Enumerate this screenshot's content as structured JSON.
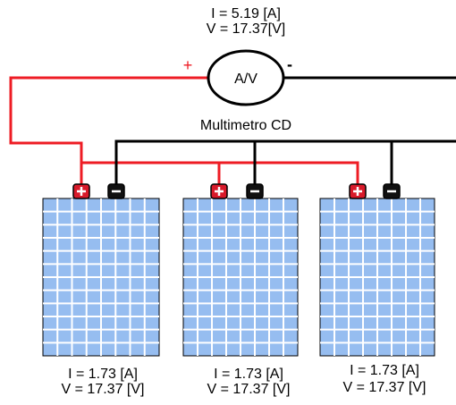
{
  "multimeter": {
    "current": "I = 5.19 [A]",
    "voltage": "V = 17.37[V]",
    "symbol": "A/V",
    "caption": "Multimetro CD",
    "plus_sign": "+",
    "minus_sign": "-"
  },
  "panels": [
    {
      "current": "I = 1.73 [A]",
      "voltage": "V = 17.37 [V]"
    },
    {
      "current": "I = 1.73 [A]",
      "voltage": "V = 17.37 [V]"
    },
    {
      "current": "I = 1.73 [A]",
      "voltage": "V = 17.37 [V]"
    }
  ],
  "colors": {
    "positive_wire": "#ee1c24",
    "negative_wire": "#000000",
    "panel_cell": "#96bdf0",
    "panel_grid": "#ffffff",
    "terminal_positive": "#d81a2a",
    "terminal_negative": "#111111"
  },
  "icons": {
    "positive_terminal": "plus-terminal-icon",
    "negative_terminal": "minus-terminal-icon"
  }
}
